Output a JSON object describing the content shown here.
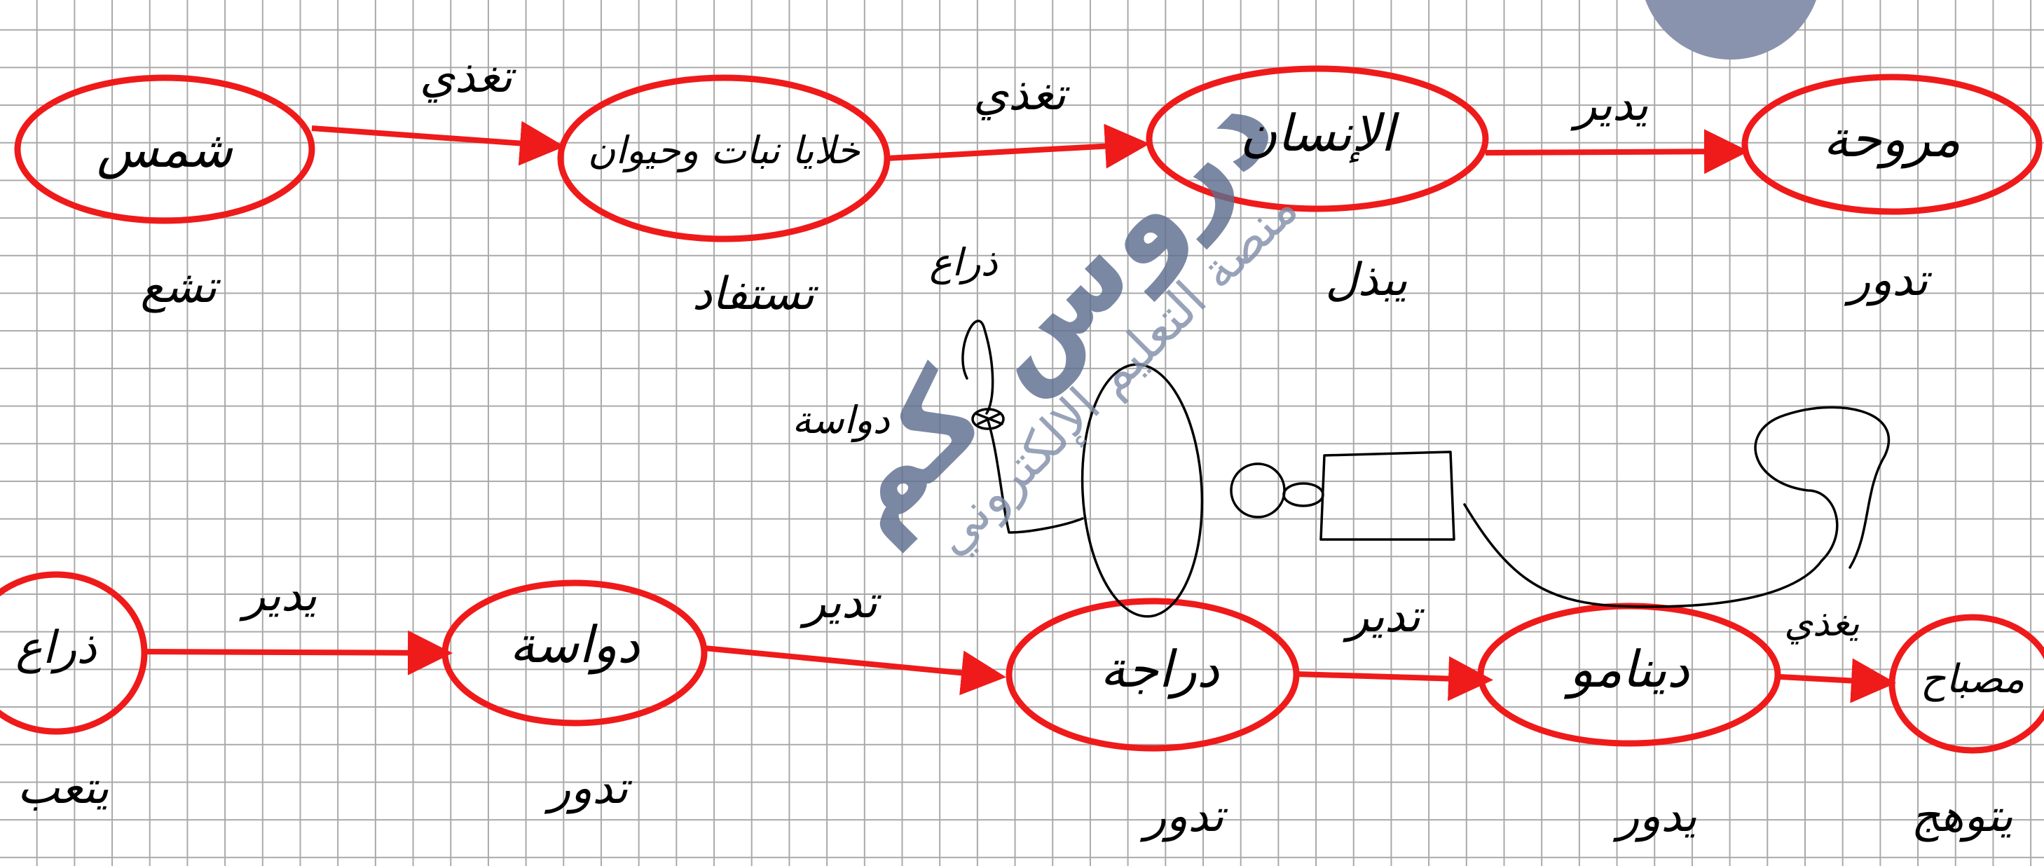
{
  "diagram": {
    "row1": {
      "nodes": [
        {
          "id": "sun",
          "label": "شمس",
          "sub": "تشع"
        },
        {
          "id": "plant-cells",
          "label": "خلايا نبات وحيوان",
          "sub": "تستفاد"
        },
        {
          "id": "human",
          "label": "الإنسان",
          "sub": "يبذل"
        },
        {
          "id": "fan",
          "label": "مروحة",
          "sub": "تدور"
        }
      ],
      "edges": [
        {
          "from": "sun",
          "to": "plant-cells",
          "label": "تغذي"
        },
        {
          "from": "plant-cells",
          "to": "human",
          "label": "تغذي"
        },
        {
          "from": "human",
          "to": "fan",
          "label": "يدير"
        }
      ]
    },
    "row2": {
      "nodes": [
        {
          "id": "arm",
          "label": "ذراع",
          "sub": "يتعب"
        },
        {
          "id": "pedal",
          "label": "دواسة",
          "sub": "تدور"
        },
        {
          "id": "bicycle",
          "label": "دراجة",
          "sub": "تدور"
        },
        {
          "id": "dynamo",
          "label": "دينامو",
          "sub": "يدور"
        },
        {
          "id": "lamp",
          "label": "مصباح",
          "sub": "يتوهج"
        }
      ],
      "edges": [
        {
          "from": "arm",
          "to": "pedal",
          "label": "يدير"
        },
        {
          "from": "pedal",
          "to": "bicycle",
          "label": "تدير"
        },
        {
          "from": "bicycle",
          "to": "dynamo",
          "label": "تدير"
        },
        {
          "from": "dynamo",
          "to": "lamp",
          "label": "يغذي"
        }
      ]
    },
    "sketch_labels": {
      "arm": "ذراع",
      "pedal": "دواسة"
    }
  },
  "watermark": {
    "title": "دروس كم",
    "subtitle": "منصة التعليم الإلكتروني"
  },
  "colors": {
    "node_stroke": "#ef1a1a",
    "ink": "#000000",
    "grid": "#a9a9a9",
    "watermark": "#5f6f8f"
  }
}
